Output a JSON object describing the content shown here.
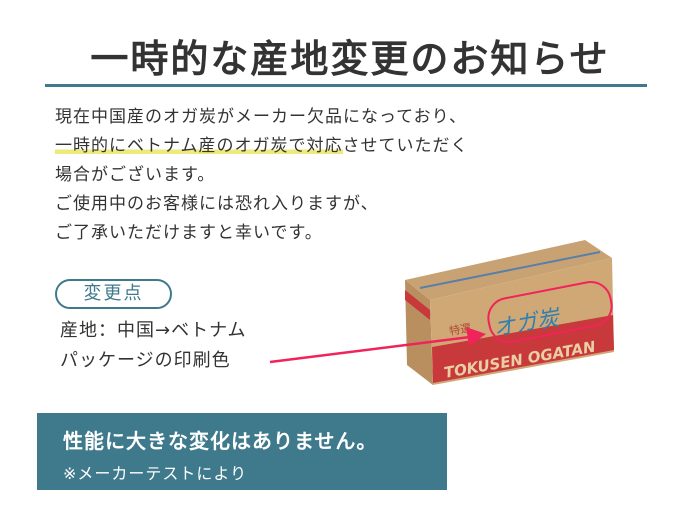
{
  "title": "一時的な産地変更のお知らせ",
  "body": {
    "line1": "現在中国産のオガ炭がメーカー欠品になっており、",
    "line2_highlight": "一時的にベトナム産のオガ炭で対応",
    "line2_rest": "させていただく",
    "line3": "場合がございます。",
    "line4": "ご使用中のお客様には恐れ入りますが、",
    "line5": "ご了承いただけますと幸いです。"
  },
  "changes": {
    "label": "変更点",
    "item1": "産地：中国→ベトナム",
    "item2": "パッケージの印刷色"
  },
  "product_image": {
    "brand_jp": "オガ炭",
    "brand_en": "TOKUSEN OGATAN",
    "side": "特選"
  },
  "note": {
    "main": "性能に大きな変化はありません。",
    "sub": "※メーカーテストにより"
  },
  "colors": {
    "accent": "#3f7a8c",
    "highlight": "#ede97a",
    "arrow": "#f0245a"
  }
}
